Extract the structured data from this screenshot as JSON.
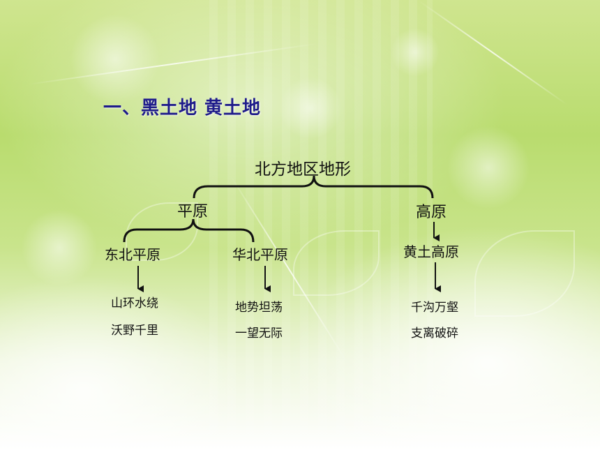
{
  "title": "一、黑土地 黄土地",
  "diagram": {
    "root": "北方地区地形",
    "plain": {
      "label": "平原",
      "children": [
        {
          "label": "东北平原",
          "desc": [
            "山环水绕",
            "沃野千里"
          ]
        },
        {
          "label": "华北平原",
          "desc": [
            "地势坦荡",
            "一望无际"
          ]
        }
      ]
    },
    "plateau": {
      "label": "高原",
      "child": {
        "label": "黄土高原",
        "desc": [
          "千沟万壑",
          "支离破碎"
        ]
      }
    }
  }
}
